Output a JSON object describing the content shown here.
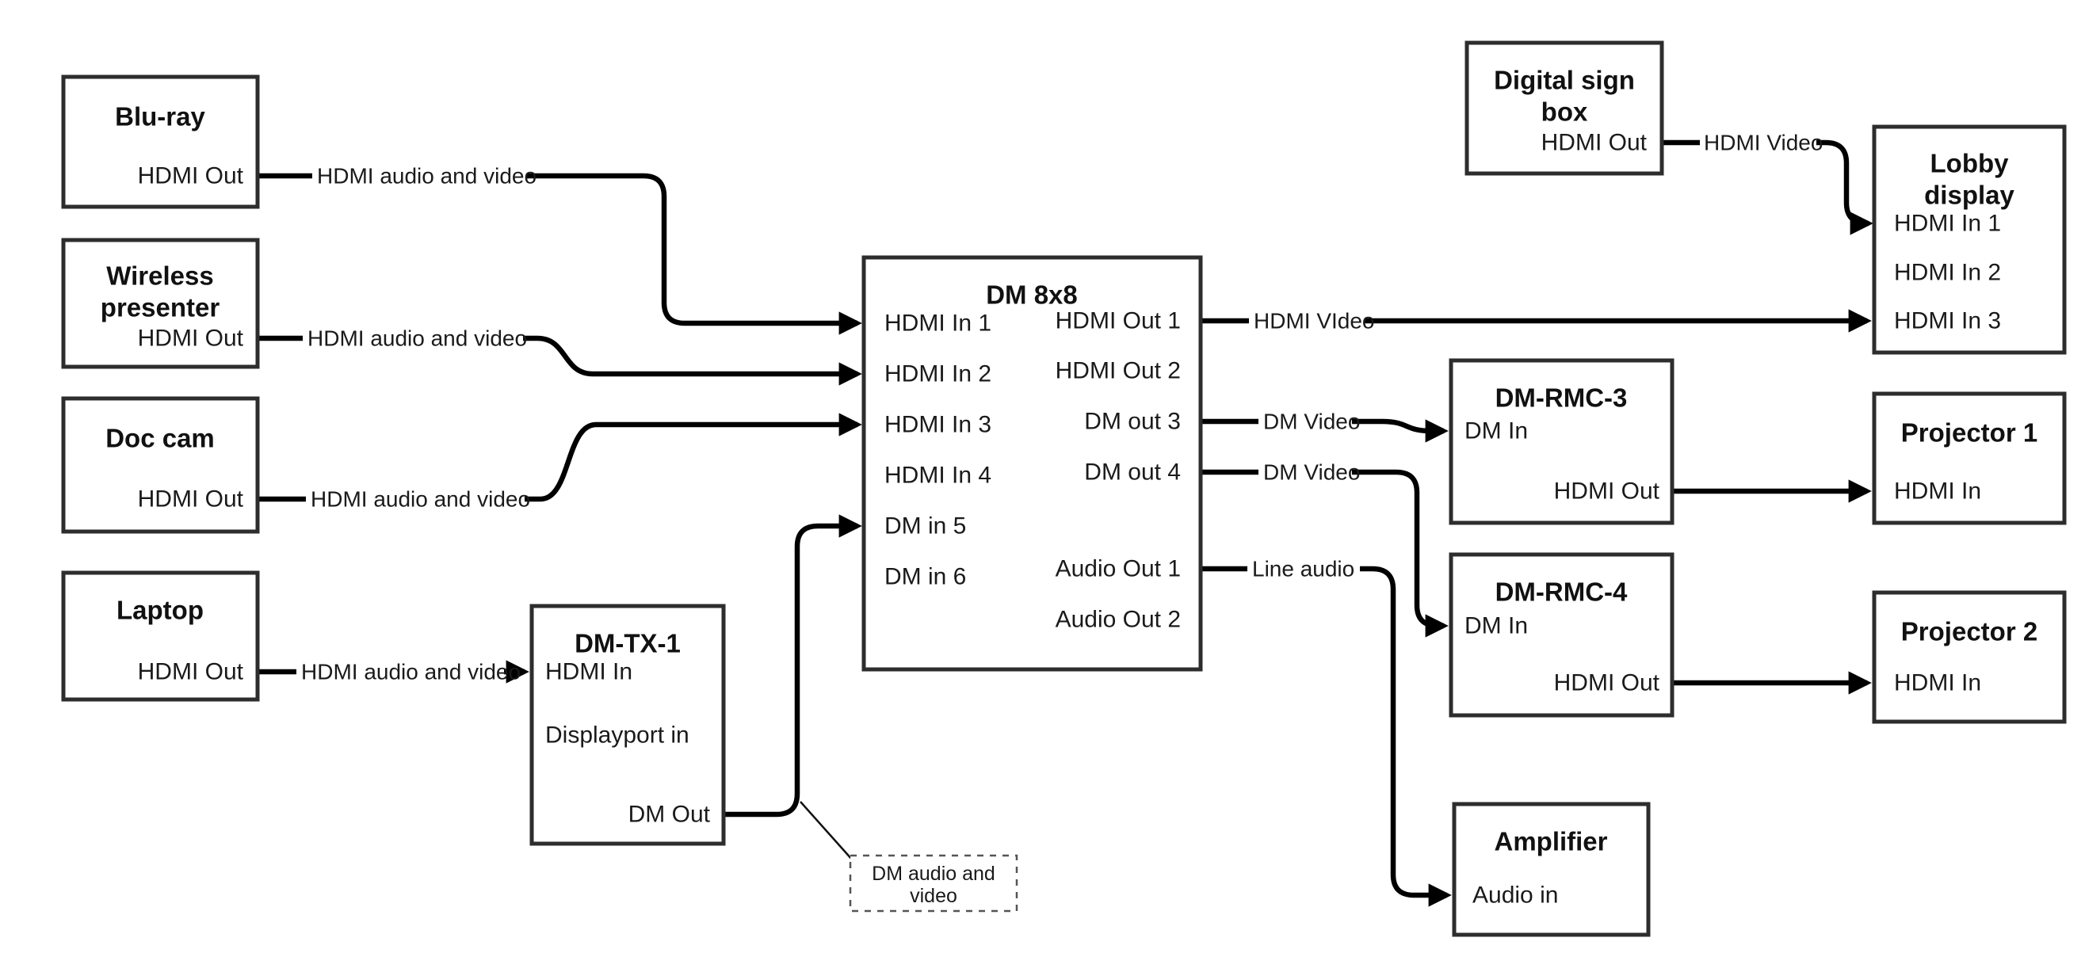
{
  "diagram": {
    "colors": {
      "background": "#ffffff",
      "box_stroke": "#2d2d2d",
      "wire": "#000000",
      "text": "#1a1a1a"
    },
    "nodes": {
      "bluray": {
        "title": "Blu-ray",
        "ports": {
          "hdmi_out": "HDMI Out"
        }
      },
      "wireless": {
        "title_line1": "Wireless",
        "title_line2": "presenter",
        "ports": {
          "hdmi_out": "HDMI Out"
        }
      },
      "doccam": {
        "title": "Doc cam",
        "ports": {
          "hdmi_out": "HDMI Out"
        }
      },
      "laptop": {
        "title": "Laptop",
        "ports": {
          "hdmi_out": "HDMI Out"
        }
      },
      "dmtx1": {
        "title": "DM-TX-1",
        "ports": {
          "hdmi_in": "HDMI In",
          "dp_in": "Displayport in",
          "dm_out": "DM Out"
        }
      },
      "dm8x8": {
        "title": "DM 8x8",
        "left_ports": [
          "HDMI In 1",
          "HDMI In 2",
          "HDMI In 3",
          "HDMI In 4",
          "DM in 5",
          "DM in 6"
        ],
        "right_ports": [
          "HDMI Out 1",
          "HDMI Out 2",
          "DM out 3",
          "DM out 4",
          "Audio Out 1",
          "Audio Out 2"
        ]
      },
      "digital_sign": {
        "title_line1": "Digital sign",
        "title_line2": "box",
        "ports": {
          "hdmi_out": "HDMI Out"
        }
      },
      "lobby": {
        "title_line1": "Lobby",
        "title_line2": "display",
        "ports": [
          "HDMI In 1",
          "HDMI In 2",
          "HDMI In 3"
        ]
      },
      "dmrmc3": {
        "title": "DM-RMC-3",
        "ports": {
          "dm_in": "DM In",
          "hdmi_out": "HDMI Out"
        }
      },
      "proj1": {
        "title": "Projector 1",
        "ports": {
          "hdmi_in": "HDMI In"
        }
      },
      "dmrmc4": {
        "title": "DM-RMC-4",
        "ports": {
          "dm_in": "DM In",
          "hdmi_out": "HDMI Out"
        }
      },
      "proj2": {
        "title": "Projector 2",
        "ports": {
          "hdmi_in": "HDMI In"
        }
      },
      "amplifier": {
        "title": "Amplifier",
        "ports": {
          "audio_in": "Audio in"
        }
      }
    },
    "wire_labels": {
      "bluray_to_dm8x8": "HDMI audio and video",
      "wireless_to_dm8x8": "HDMI audio and video",
      "doccam_to_dm8x8": "HDMI audio and video",
      "laptop_to_dmtx1": "HDMI audio and video",
      "hdmiout1_to_lobby": "HDMI VIdeo",
      "sign_to_lobby": "HDMI Video",
      "dmout3_to_rmc3": "DM Video",
      "dmout4_to_rmc4": "DM Video",
      "audioout1_to_amp": "Line audio"
    },
    "callout": {
      "line1": "DM audio and",
      "line2": "video"
    }
  }
}
